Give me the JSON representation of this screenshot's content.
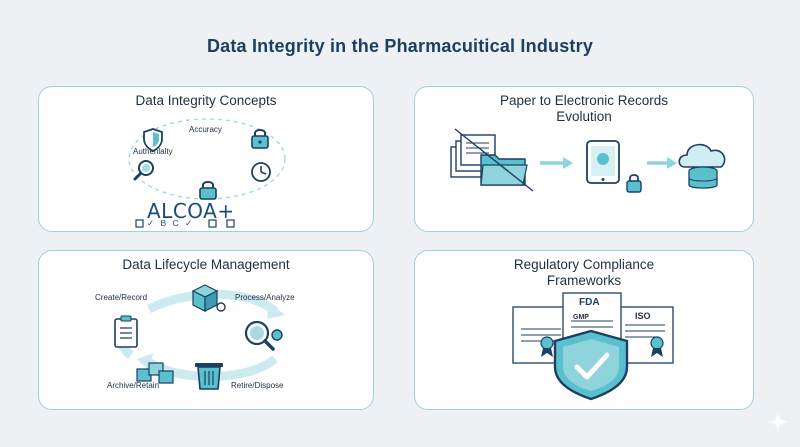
{
  "title": "Data Integrity in the Pharmacuitical Industry",
  "cards": {
    "concepts": {
      "title": "Data Integrity Concepts",
      "labels": {
        "accuracy": "Accuracy",
        "authenticity": "Authenlalty"
      },
      "alcoa": "ALCOA+",
      "alcoa_sub": "✓ B C ✓"
    },
    "evolution": {
      "title": "Paper to Electronic Records Evolution"
    },
    "lifecycle": {
      "title": "Data Lifecycle Management",
      "stages": {
        "create": "Create/Record",
        "process": "Process/Analyze",
        "archive": "Archive/Retain",
        "retire": "Retire/Dispose"
      }
    },
    "compliance": {
      "title": "Regulatory Compliance Frameworks",
      "docs": {
        "fda": "FDA",
        "gmp": "GMP",
        "iso": "ISO"
      }
    }
  },
  "colors": {
    "accent": "#5bc0ce",
    "navy": "#1c3f63",
    "card_border": "#9fd0dc",
    "background": "#eef1f3"
  }
}
